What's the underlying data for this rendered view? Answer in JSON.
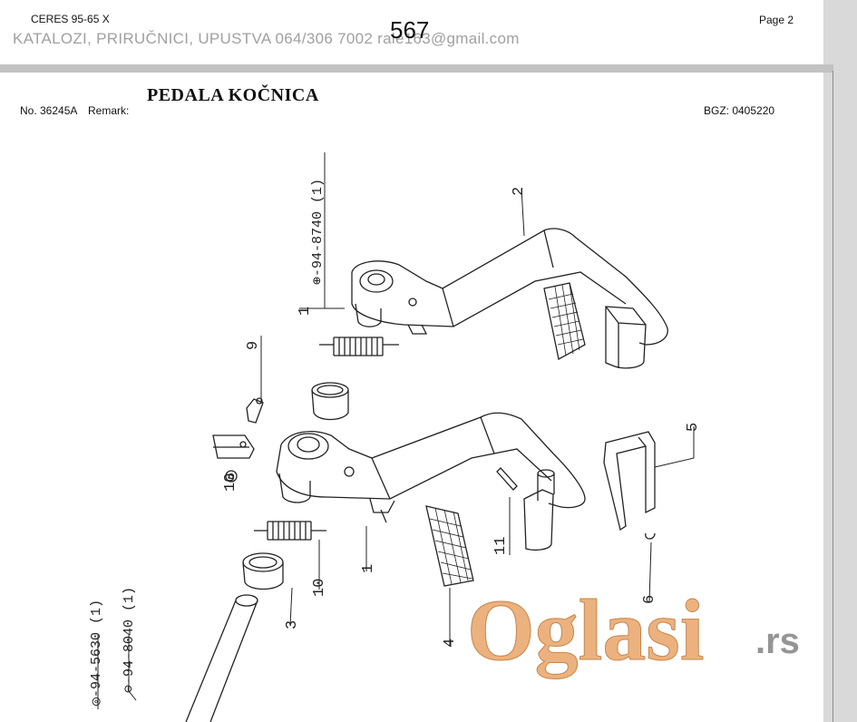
{
  "header": {
    "model": "CERES 95-65 X",
    "page_label": "Page 2",
    "big_number": "567",
    "watermark": "KATALOZI, PRIRUČNICI, UPUSTVA   064/306 7002 rale163@gmail.com"
  },
  "doc": {
    "title": "PEDALA KOČNICA",
    "number": "No. 36245A",
    "remark_label": "Remark:",
    "bgz": "BGZ: 0405220"
  },
  "callouts": {
    "c1a": "1",
    "c1b": "1",
    "c2": "2",
    "c3": "3",
    "c4": "4",
    "c5": "5",
    "c6": "6",
    "c9": "9",
    "c10a": "10",
    "c10b": "10",
    "c11": "11",
    "ref_8740": "⊕-94-8740 (1)",
    "ref_8040": "⊖-94-8040 (1)",
    "ref_5630": "◎-94-5630 (1)"
  },
  "brand": {
    "logo_text": "Oglasi",
    "logo_suffix": ".rs",
    "logo_color": "#e8a468"
  }
}
